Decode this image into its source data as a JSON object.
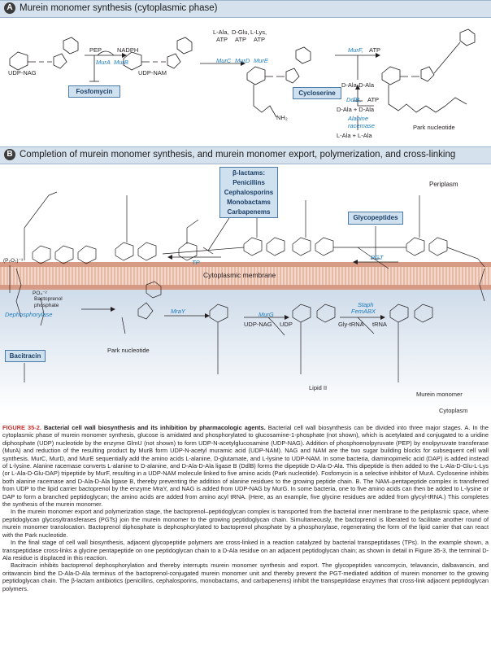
{
  "sectionA": {
    "letter": "A",
    "title": "Murein monomer synthesis (cytoplasmic phase)",
    "labels": {
      "udp_nag": "UDP-NAG",
      "udp_nam": "UDP-NAM",
      "pep": "PEP",
      "nadph": "NADPH",
      "aa_ala": "L-Ala,",
      "aa_glu": "D-Glu,",
      "aa_lys": "L-Lys,",
      "atp1": "ATP",
      "atp2": "ATP",
      "atp3": "ATP",
      "murf_atp": "ATP",
      "dala_dala": "D-Ala-D-Ala",
      "atp_ddlb": "ATP",
      "dala_pair": "D-Ala + D-Ala",
      "lala_pair": "L-Ala + L-Ala",
      "park": "Park nucleotide",
      "nh2": "NH₂"
    },
    "enzymes": {
      "mura": "MurA",
      "murb": "MurB",
      "murc": "MurC",
      "murd": "MurD",
      "mure": "MurE",
      "murf": "MurF,",
      "ddlb": "DdlB,",
      "racemase1": "Alanine",
      "racemase2": "racemase"
    },
    "boxes": {
      "fosfomycin": "Fosfomycin",
      "cycloserine": "Cycloserine"
    }
  },
  "sectionB": {
    "letter": "B",
    "title": "Completion of murein monomer synthesis, and murein monomer export, polymerization, and cross-linking",
    "beta_box": [
      "β-lactams:",
      "Penicillins",
      "Cephalosporins",
      "Monobactams",
      "Carbapenems"
    ],
    "glyco_box": "Glycopeptides",
    "bacitracin_box": "Bacitracin",
    "labels": {
      "periplasm": "Periplasm",
      "membrane": "Cytoplasmic membrane",
      "cytoplasm": "Cytoplasm",
      "park": "Park nucleotide",
      "udp_nag": "UDP-NAG",
      "udp": "UDP",
      "lipid2": "Lipid II",
      "gly_trna": "Gly-tRNA",
      "trna": "tRNA",
      "murein_monomer": "Murein monomer",
      "bactoprenol": "Bactoprenol",
      "phosphate": "phosphate",
      "p2o7": "(P₂O₇)⁻³",
      "po4": "PO₄⁻²"
    },
    "enzymes": {
      "tp": "TP",
      "pgt": "PGT",
      "dephos": "Dephosphorylase",
      "mray": "MraY",
      "murg": "MurG",
      "staph": "Staph",
      "femabx": "FemABX"
    }
  },
  "caption": {
    "fig_label": "FIGURE 35-2.",
    "fig_title": "Bacterial cell wall biosynthesis and its inhibition by pharmacologic agents.",
    "p1": "Bacterial cell wall biosynthesis can be divided into three major stages. A. In the cytoplasmic phase of murein monomer synthesis, glucose is amidated and phosphorylated to glucosamine-1-phosphate (not shown), which is acetylated and conjugated to a uridine diphosphate (UDP) nucleotide by the enzyme GlmU (not shown) to form UDP-N-acetylglucosamine (UDP-NAG). Addition of phosphoenolpyruvate (PEP) by enolpyruvate transferase (MurA) and reduction of the resulting product by MurB form UDP-N-acetyl muramic acid (UDP-NAM). NAG and NAM are the two sugar building blocks for subsequent cell wall synthesis. MurC, MurD, and MurE sequentially add the amino acids L-alanine, D-glutamate, and L-lysine to UDP-NAM. In some bacteria, diaminopimelic acid (DAP) is added instead of L-lysine. Alanine racemase converts L-alanine to D-alanine, and D-Ala-D-Ala ligase B (DdlB) forms the dipeptide D-Ala-D-Ala. This dipeptide is then added to the L-Ala-D-Glu-L-Lys (or L-Ala-D-Glu-DAP) tripeptide by MurF, resulting in a UDP-NAM molecule linked to five amino acids (Park nucleotide). Fosfomycin is a selective inhibitor of MurA. Cycloserine inhibits both alanine racemase and D-Ala-D-Ala ligase B, thereby preventing the addition of alanine residues to the growing peptide chain. B. The NAM–pentapeptide complex is transferred from UDP to the lipid carrier bactoprenol by the enzyme MraY, and NAG is added from UDP-NAG by MurG. In some bacteria, one to five amino acids can then be added to L-lysine or DAP to form a branched peptidoglycan; the amino acids are added from amino acyl tRNA. (Here, as an example, five glycine residues are added from glycyl-tRNA.) This completes the synthesis of the murein monomer.",
    "p2": "In the murein monomer export and polymerization stage, the bactoprenol–peptidoglycan complex is transported from the bacterial inner membrane to the periplasmic space, where peptidoglycan glycosyltransferases (PGTs) join the murein monomer to the growing peptidoglycan chain. Simultaneously, the bactoprenol is liberated to facilitate another round of murein monomer translocation. Bactoprenol diphosphate is dephosphorylated to bactoprenol phosphate by a phosphorylase, regenerating the form of the lipid carrier that can react with the Park nucleotide.",
    "p3": "In the final stage of cell wall biosynthesis, adjacent glycopeptide polymers are cross-linked in a reaction catalyzed by bacterial transpeptidases (TPs). In the example shown, a transpeptidase cross-links a glycine pentapeptide on one peptidoglycan chain to a D-Ala residue on an adjacent peptidoglycan chain; as shown in detail in Figure 35-3, the terminal D-Ala residue is displaced in this reaction.",
    "p4": "Bacitracin inhibits bactoprenol dephosphorylation and thereby interrupts murein monomer synthesis and export. The glycopeptides vancomycin, telavancin, dalbavancin, and oritavancin bind the D-Ala-D-Ala terminus of the bactoprenol-conjugated murein monomer unit and thereby prevent the PGT-mediated addition of murein monomer to the growing peptidoglycan chain. The β-lactam antibiotics (penicillins, cephalosporins, monobactams, and carbapenems) inhibit the transpeptidase enzymes that cross-link adjacent peptidoglycan polymers."
  }
}
